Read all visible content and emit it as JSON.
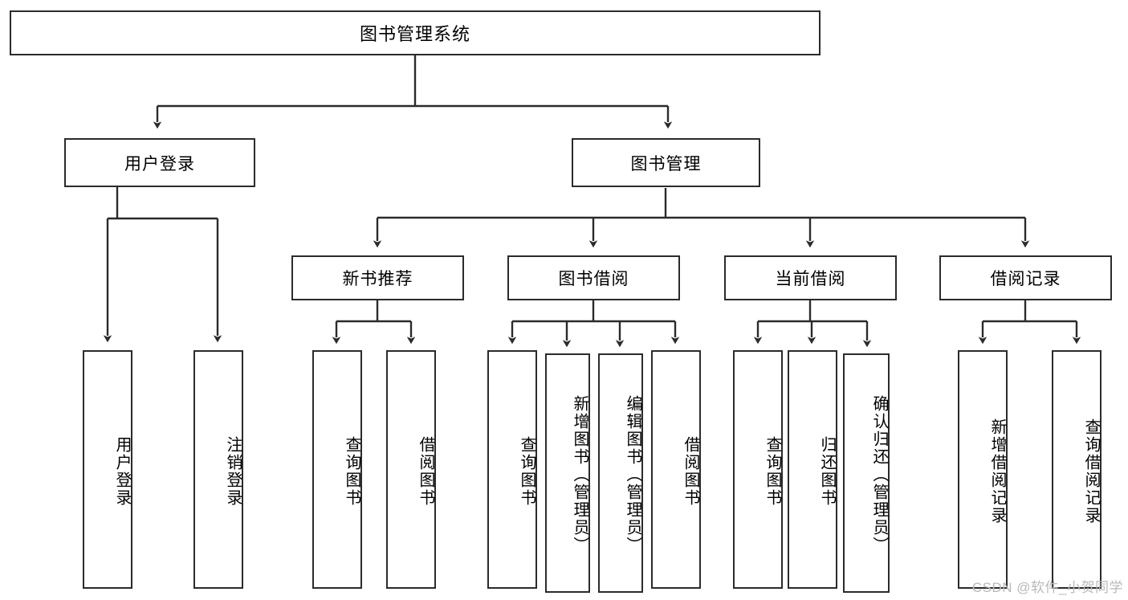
{
  "diagram": {
    "title": "图书管理系统",
    "type": "tree",
    "root": {
      "id": "root",
      "label": "图书管理系统",
      "orientation": "horizontal"
    },
    "level2": [
      {
        "id": "user-login",
        "label": "用户登录",
        "orientation": "horizontal"
      },
      {
        "id": "book-manage",
        "label": "图书管理",
        "orientation": "horizontal"
      }
    ],
    "level3": [
      {
        "id": "new-book-recommend",
        "label": "新书推荐",
        "orientation": "horizontal",
        "parent": "book-manage"
      },
      {
        "id": "book-borrow",
        "label": "图书借阅",
        "orientation": "horizontal",
        "parent": "book-manage"
      },
      {
        "id": "current-borrow",
        "label": "当前借阅",
        "orientation": "horizontal",
        "parent": "book-manage"
      },
      {
        "id": "borrow-record",
        "label": "借阅记录",
        "orientation": "horizontal",
        "parent": "book-manage"
      }
    ],
    "leaves": {
      "user_login": [
        {
          "id": "leaf-user-login",
          "label": "用户登录"
        },
        {
          "id": "leaf-user-logout",
          "label": "注销登录"
        }
      ],
      "new_book_recommend": [
        {
          "id": "leaf-query-book-1",
          "label": "查询图书"
        },
        {
          "id": "leaf-borrow-book-1",
          "label": "借阅图书"
        }
      ],
      "book_borrow": [
        {
          "id": "leaf-query-book-2",
          "label": "查询图书"
        },
        {
          "id": "leaf-add-book",
          "label": "新增图书（管理员）"
        },
        {
          "id": "leaf-edit-book",
          "label": "编辑图书（管理员）"
        },
        {
          "id": "leaf-borrow-book-2",
          "label": "借阅图书"
        }
      ],
      "current_borrow": [
        {
          "id": "leaf-query-book-3",
          "label": "查询图书"
        },
        {
          "id": "leaf-return-book",
          "label": "归还图书"
        },
        {
          "id": "leaf-confirm-return",
          "label": "确认归还（管理员）"
        }
      ],
      "borrow_record": [
        {
          "id": "leaf-add-record",
          "label": "新增借阅记录"
        },
        {
          "id": "leaf-query-record",
          "label": "查询借阅记录"
        }
      ]
    },
    "colors": {
      "stroke": "#2b2b2b",
      "background": "#ffffff",
      "text": "#000000",
      "watermark": "#b9b9b9"
    }
  },
  "watermark": {
    "text": "CSDN @软件_小贺同学"
  }
}
